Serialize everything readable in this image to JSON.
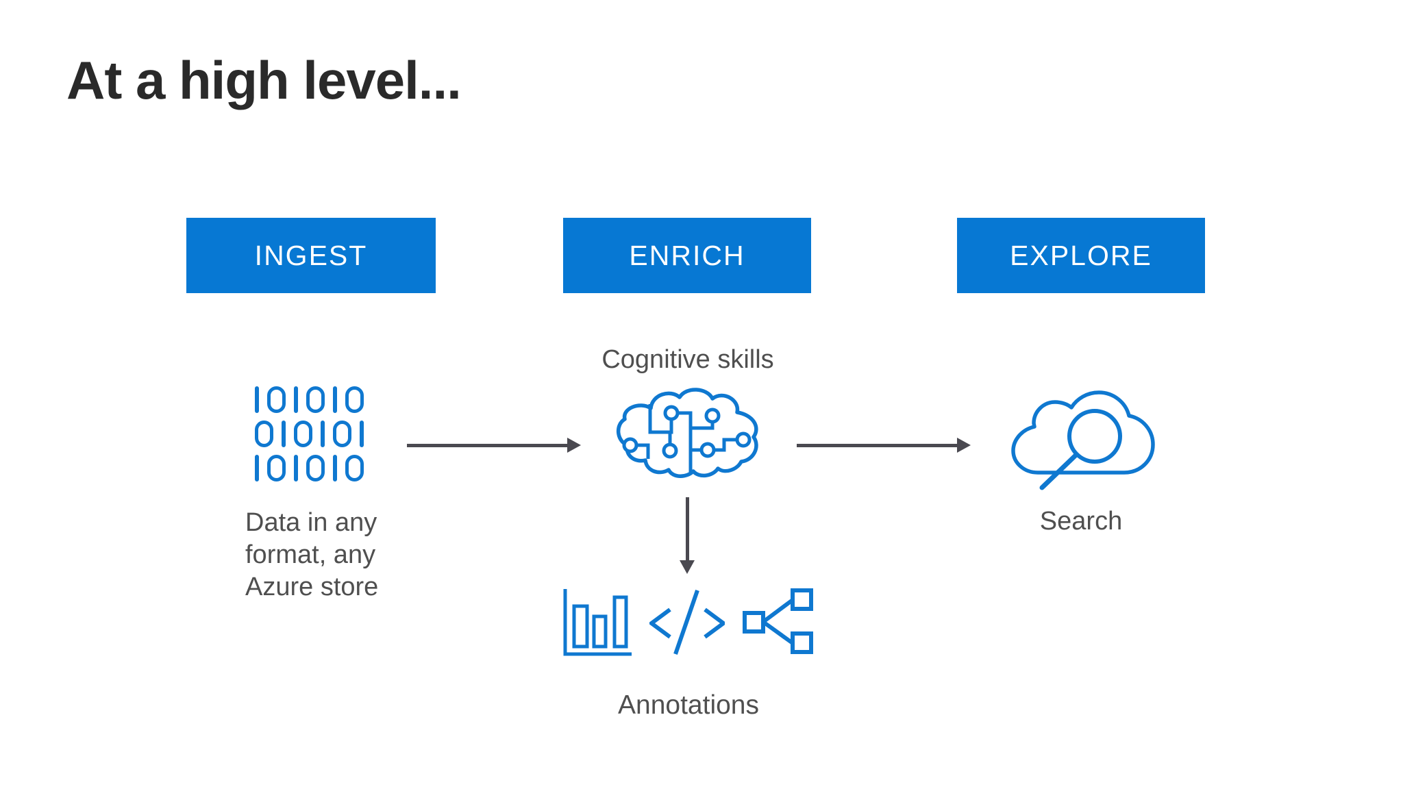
{
  "slide": {
    "title": "At a high level..."
  },
  "colors": {
    "stage_box_blue": "#0778d3",
    "icon_blue": "#0f78d0",
    "arrow_gray": "#4a4950",
    "caption_gray": "#4f4f4f",
    "title_color": "#2a2a2a",
    "stage_text_color": "#ffffff",
    "background": "#ffffff"
  },
  "stages": [
    {
      "label": "INGEST"
    },
    {
      "label": "ENRICH"
    },
    {
      "label": "EXPLORE"
    }
  ],
  "ingest": {
    "icon": "binary-data-icon",
    "binary_rows": [
      "101010",
      "010101",
      "101010"
    ],
    "caption_lines": [
      "Data in any",
      "format, any",
      "Azure store"
    ]
  },
  "enrich": {
    "heading": "Cognitive skills",
    "icon": "brain-circuit-icon",
    "annotation_icons": [
      "bar-chart-icon",
      "code-icon",
      "share-icon"
    ],
    "caption": "Annotations"
  },
  "explore": {
    "icon": "search-cloud-icon",
    "caption": "Search"
  },
  "arrows": [
    "ingest-to-enrich",
    "enrich-to-explore",
    "enrich-to-annotations"
  ]
}
